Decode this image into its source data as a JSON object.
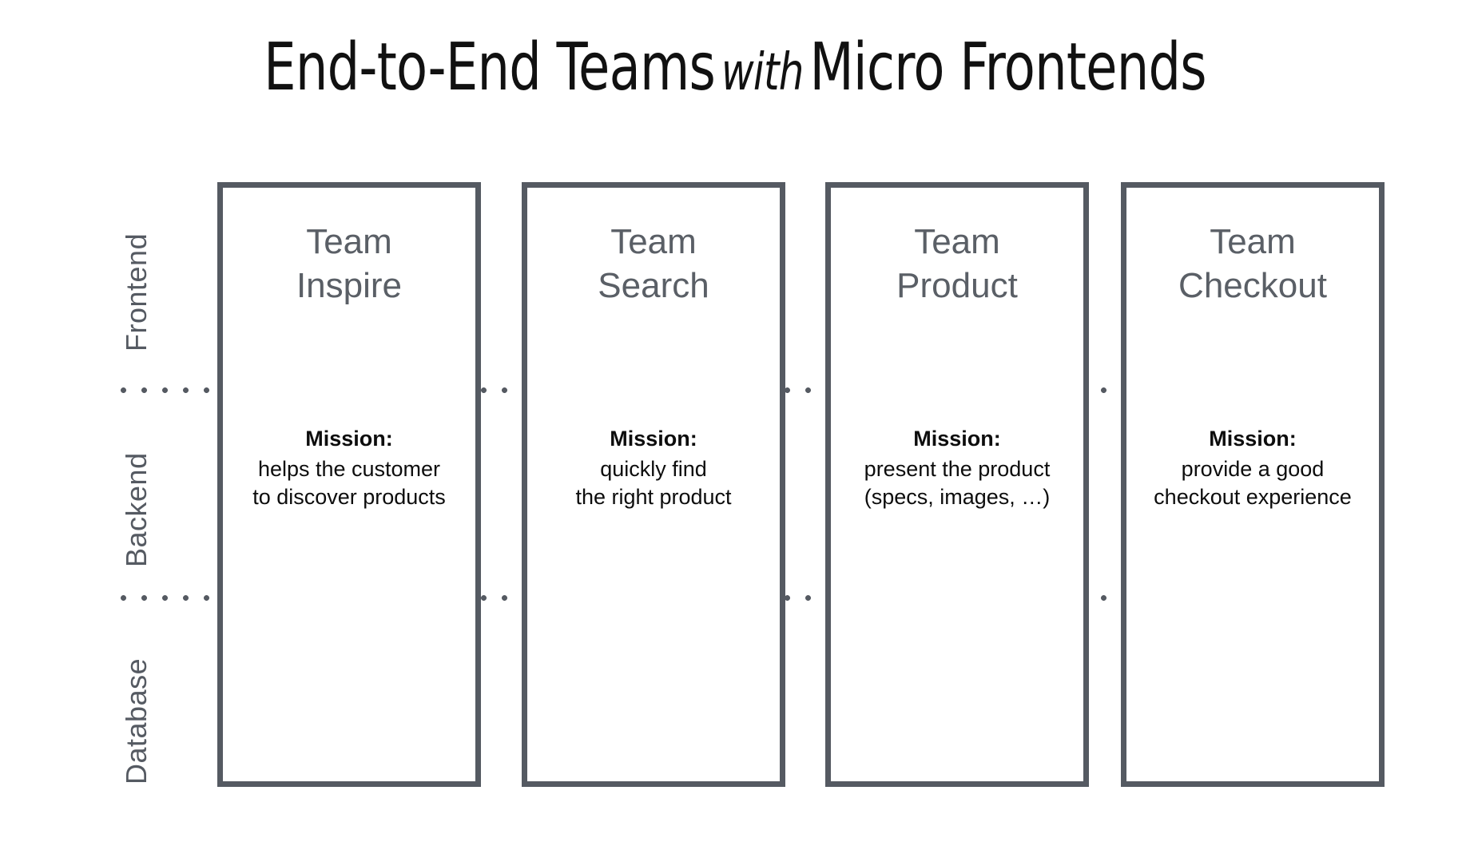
{
  "title": {
    "part1": "End-to-End Teams",
    "connector": "with",
    "part2": "Micro Frontends",
    "full": "End-to-End Teams with Micro Frontends"
  },
  "colors": {
    "stroke": "#555a62",
    "team_heading": "#5a5f66",
    "body_text": "#0d0d0d",
    "title_text": "#111111",
    "background": "#ffffff"
  },
  "layers": [
    {
      "label": "Frontend"
    },
    {
      "label": "Backend"
    },
    {
      "label": "Database"
    }
  ],
  "mission_label": "Mission:",
  "teams": [
    {
      "name_line1": "Team",
      "name_line2": "Inspire",
      "mission_line1": "helps the customer",
      "mission_line2": "to discover products"
    },
    {
      "name_line1": "Team",
      "name_line2": "Search",
      "mission_line1": "quickly find",
      "mission_line2": "the right product"
    },
    {
      "name_line1": "Team",
      "name_line2": "Product",
      "mission_line1": "present the product",
      "mission_line2": "(specs, images, …)"
    },
    {
      "name_line1": "Team",
      "name_line2": "Checkout",
      "mission_line1": "provide a good",
      "mission_line2": "checkout experience"
    }
  ]
}
